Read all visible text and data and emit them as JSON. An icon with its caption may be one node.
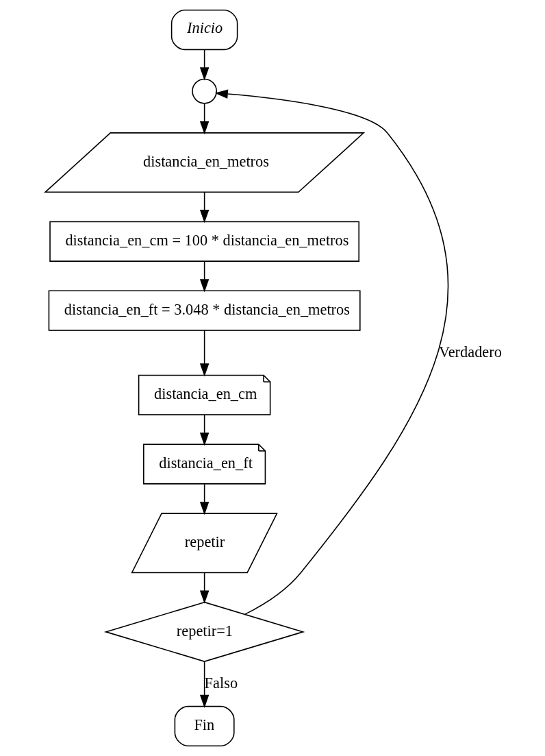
{
  "diagram": {
    "nodes": [
      {
        "text": [
          "Inicio"
        ]
      },
      {
        "text": [],
        "shape": "circle"
      },
      {
        "text": [
          "distancia_en_metros"
        ]
      },
      {
        "text": [
          "distancia_en_cm = 100 * distancia_en_metros"
        ]
      },
      {
        "text": [
          "distancia_en_ft = 3.048 * distancia_en_metros"
        ]
      },
      {
        "text": [
          "distancia_en_cm"
        ]
      },
      {
        "text": [
          "distancia_en_ft"
        ]
      },
      {
        "text": [
          "repetir"
        ]
      },
      {
        "text": [
          "repetir=1"
        ]
      },
      {
        "text": [
          "Fin"
        ]
      }
    ],
    "edges": [
      {
        "from": 0,
        "to": 1,
        "arrow": "to"
      },
      {
        "from": 1,
        "to": 2,
        "arrow": "to"
      },
      {
        "from": 2,
        "to": 3,
        "arrow": "to"
      },
      {
        "from": 3,
        "to": 4,
        "arrow": "to"
      },
      {
        "from": 4,
        "to": 5,
        "arrow": "to"
      },
      {
        "from": 5,
        "to": 6,
        "arrow": "to"
      },
      {
        "from": 6,
        "to": 7,
        "arrow": "to"
      },
      {
        "from": 7,
        "to": 8,
        "arrow": "to"
      },
      {
        "from": 8,
        "to": 1,
        "arrow": "to",
        "label": "Verdadero"
      },
      {
        "from": 8,
        "to": 9,
        "arrow": "to",
        "label": "Falso"
      }
    ]
  }
}
